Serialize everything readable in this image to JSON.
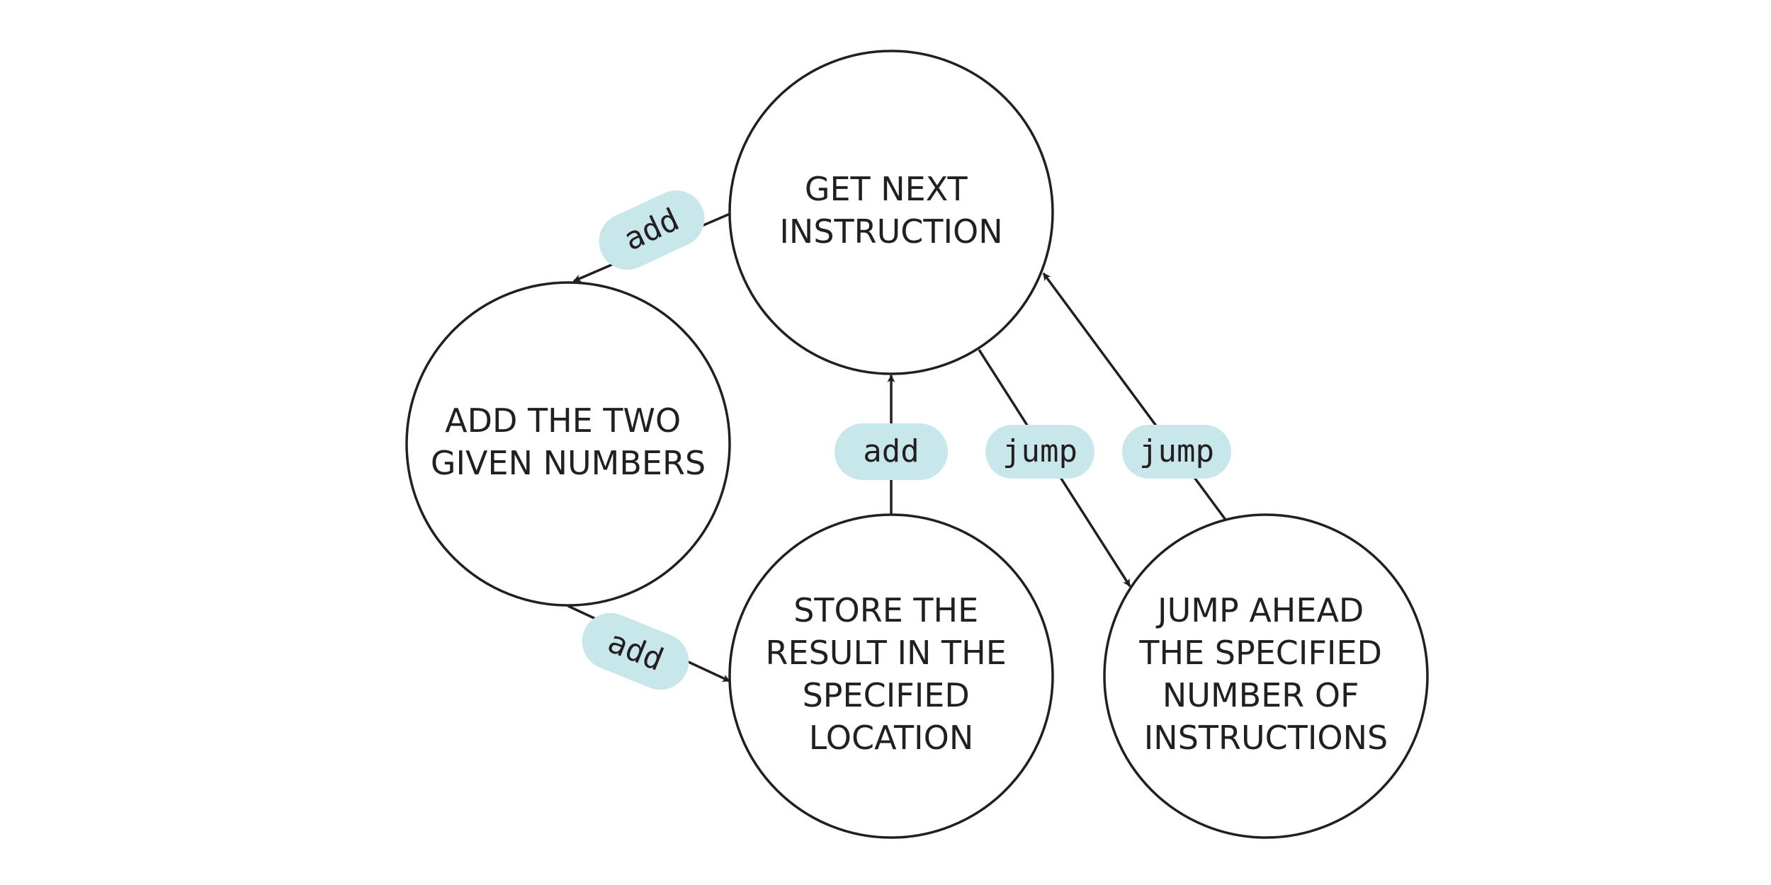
{
  "colors": {
    "stroke": "#231f20",
    "label_fill": "#c8e7ea",
    "background": "#ffffff"
  },
  "nodes": [
    {
      "id": "get-next",
      "lines": [
        "GET NEXT",
        "INSTRUCTION"
      ]
    },
    {
      "id": "add-two",
      "lines": [
        "ADD THE TWO",
        "GIVEN NUMBERS"
      ]
    },
    {
      "id": "store",
      "lines": [
        "STORE THE",
        "RESULT IN THE",
        "SPECIFIED",
        "LOCATION"
      ]
    },
    {
      "id": "jump-ahead",
      "lines": [
        "JUMP AHEAD",
        "THE SPECIFIED",
        "NUMBER OF",
        "INSTRUCTIONS"
      ]
    }
  ],
  "edges": [
    {
      "id": "get-to-add",
      "from": "get-next",
      "to": "add-two",
      "label": "add"
    },
    {
      "id": "add-to-store",
      "from": "add-two",
      "to": "store",
      "label": "add"
    },
    {
      "id": "store-to-get",
      "from": "store",
      "to": "get-next",
      "label": "add"
    },
    {
      "id": "get-to-jump",
      "from": "get-next",
      "to": "jump-ahead",
      "label": "jump"
    },
    {
      "id": "jump-to-get",
      "from": "jump-ahead",
      "to": "get-next",
      "label": "jump"
    }
  ]
}
